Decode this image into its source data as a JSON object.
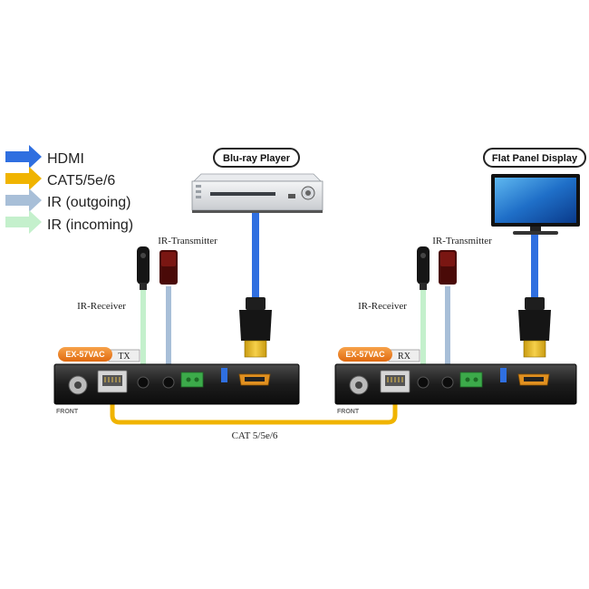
{
  "legend": {
    "hdmi": "HDMI",
    "cat": "CAT5/5e/6",
    "ir_out": "IR (outgoing)",
    "ir_in": "IR (incoming)"
  },
  "colors": {
    "hdmi": "#2f6fe0",
    "cat": "#f0b400",
    "ir_out": "#a8bfd8",
    "ir_in": "#c4f0cc"
  },
  "devices": {
    "source": "Blu-ray Player",
    "display": "Flat Panel Display"
  },
  "tx": {
    "model": "EX-57VAC",
    "tag": "TX",
    "front": "FRONT",
    "ir_receiver": "IR-Receiver",
    "ir_transmitter": "IR-Transmitter"
  },
  "rx": {
    "model": "EX-57VAC",
    "tag": "RX",
    "front": "FRONT",
    "ir_receiver": "IR-Receiver",
    "ir_transmitter": "IR-Transmitter"
  },
  "cable_label": "CAT 5/5e/6"
}
